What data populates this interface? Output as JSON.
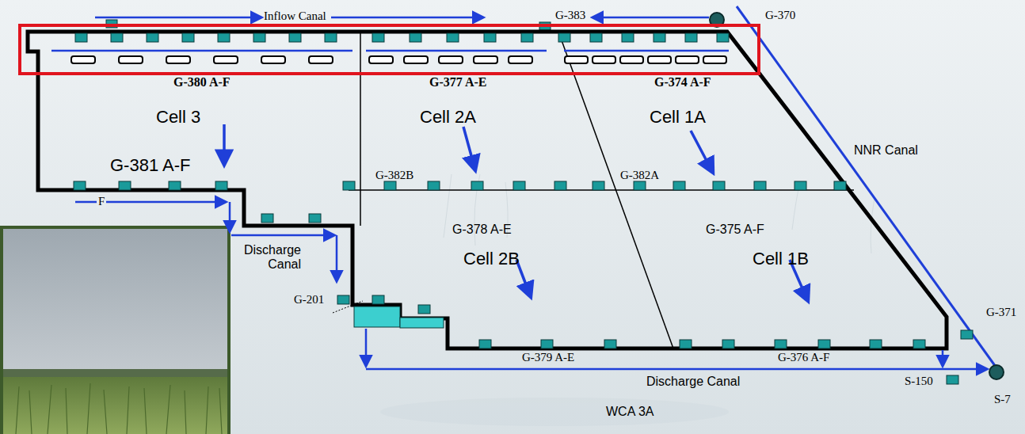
{
  "diagram": {
    "labels": [
      "Inflow Canal",
      "G-383",
      "G-370",
      "G-380 A-F",
      "G-377 A-E",
      "G-374 A-F",
      "Cell 3",
      "Cell 2A",
      "Cell 1A",
      "NNR Canal",
      "G-381 A-F",
      "F",
      "G-382B",
      "G-382A",
      "G-378 A-E",
      "G-375 A-F",
      "Discharge Canal",
      "Cell 2B",
      "Cell 1B",
      "G-201",
      "G-371",
      "G-379 A-E",
      "G-376 A-F",
      "Discharge Canal",
      "S-150",
      "S-7",
      "WCA 3A"
    ]
  }
}
